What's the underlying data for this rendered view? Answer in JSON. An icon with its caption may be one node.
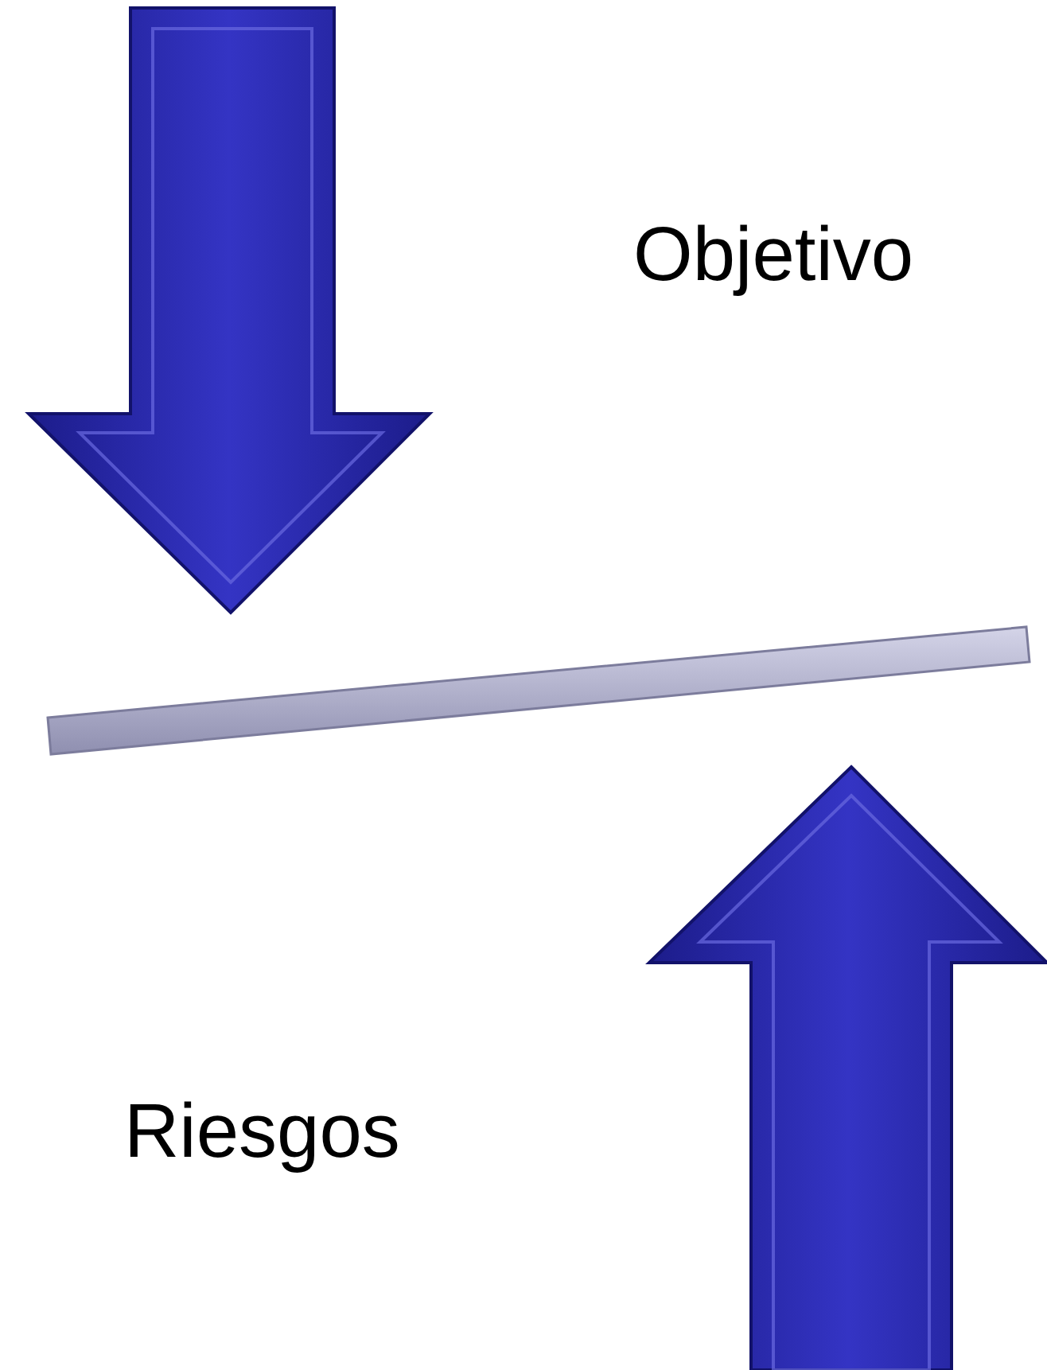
{
  "diagram": {
    "nodes": [
      {
        "text": [],
        "shape": "bar"
      }
    ],
    "labels": [
      "Objetivo",
      "Riesgos"
    ]
  }
}
